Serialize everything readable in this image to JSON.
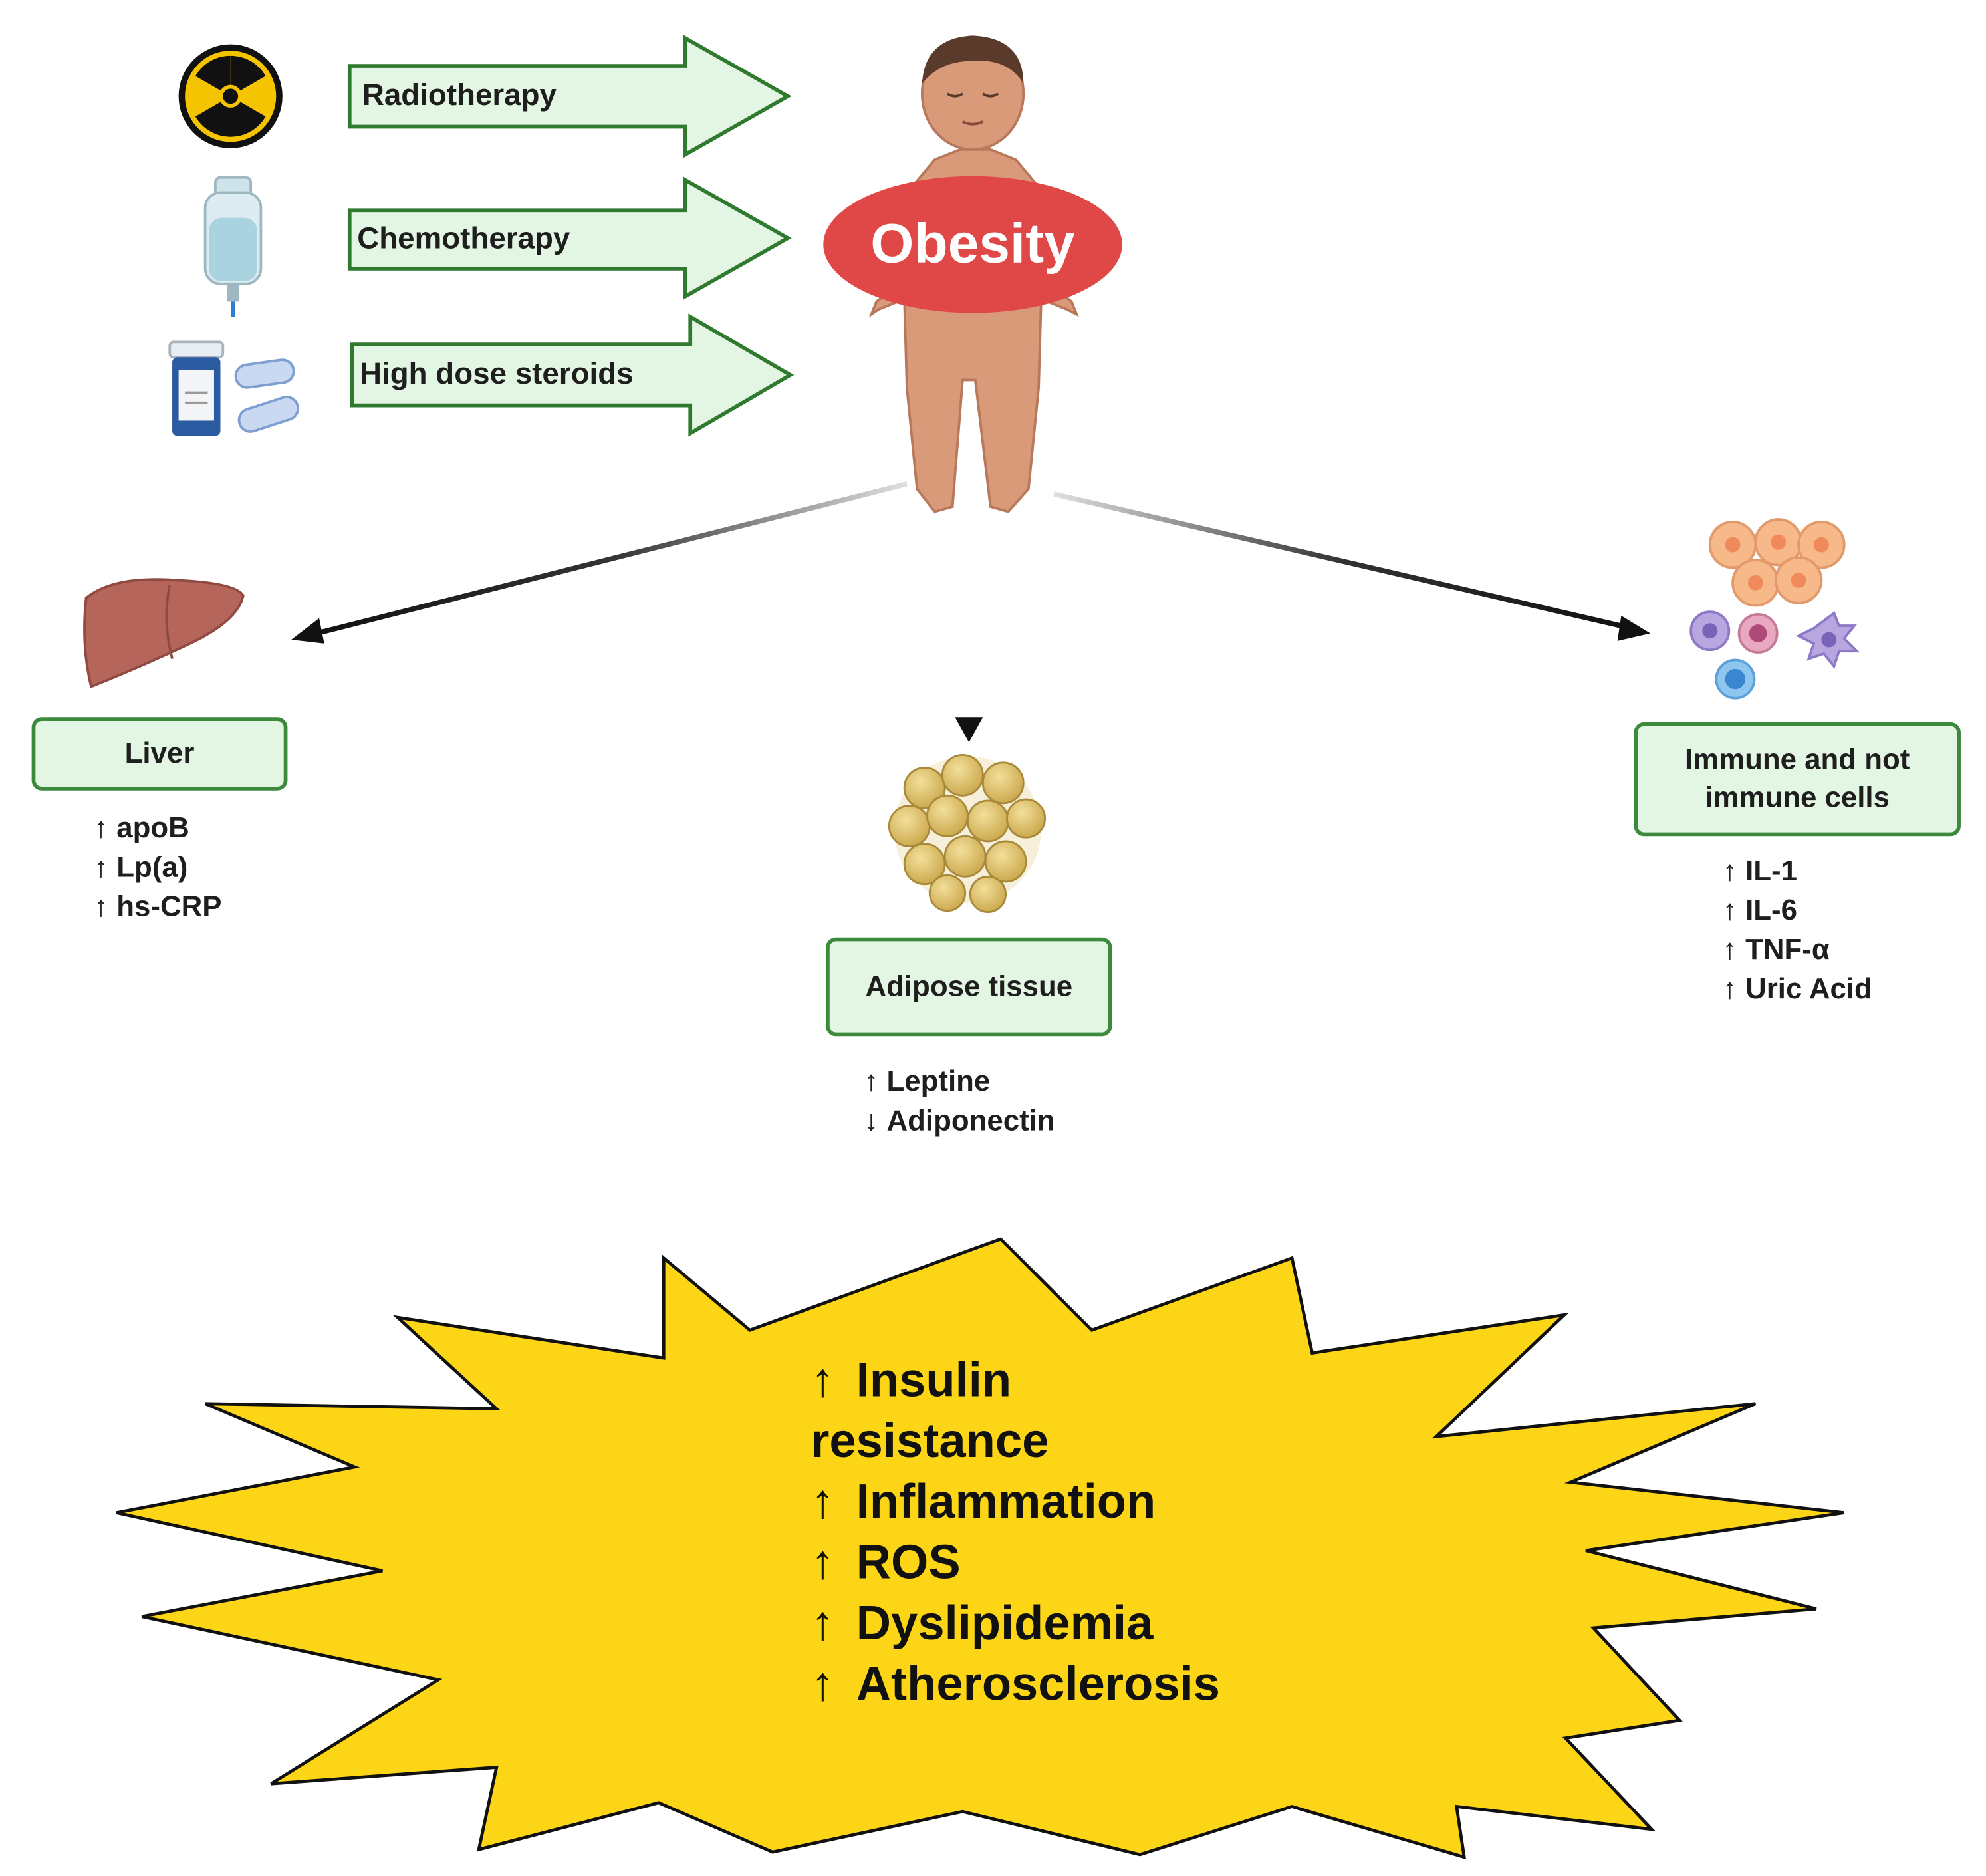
{
  "colors": {
    "arrow_fill": "#e3f5e3",
    "arrow_stroke": "#2f7a2f",
    "obesity_fill": "#e04848",
    "box_stroke": "#3d8a3d",
    "burst_fill": "#fcd616",
    "skin": "#d99a7a"
  },
  "causes": [
    {
      "label": "Radiotherapy",
      "icon": "radiation-icon"
    },
    {
      "label": "Chemotherapy",
      "icon": "iv-bag-icon"
    },
    {
      "label": "High dose steroids",
      "icon": "pill-bottle-icon"
    }
  ],
  "center": {
    "label": "Obesity",
    "figure": "child-figure"
  },
  "organs": {
    "liver": {
      "label": "Liver",
      "icon": "liver-icon",
      "markers": [
        {
          "dir": "↑",
          "text": "apoB"
        },
        {
          "dir": "↑",
          "text": "Lp(a)"
        },
        {
          "dir": "↑",
          "text": "hs-CRP"
        }
      ]
    },
    "adipose": {
      "label": "Adipose tissue",
      "icon": "adipose-cells-icon",
      "markers": [
        {
          "dir": "↑",
          "text": "Leptine"
        },
        {
          "dir": "↓",
          "text": "Adiponectin"
        }
      ]
    },
    "immune": {
      "label_line1": "Immune and not",
      "label_line2": "immune cells",
      "icon": "immune-cells-icon",
      "markers": [
        {
          "dir": "↑",
          "text": "IL-1"
        },
        {
          "dir": "↑",
          "text": "IL-6"
        },
        {
          "dir": "↑",
          "text": "TNF-α"
        },
        {
          "dir": "↑",
          "text": "Uric Acid"
        }
      ]
    }
  },
  "outcomes": [
    {
      "dir": "↑",
      "text": "Insulin"
    },
    {
      "dir": "",
      "text": "resistance"
    },
    {
      "dir": "↑",
      "text": "Inflammation"
    },
    {
      "dir": "↑",
      "text": "ROS"
    },
    {
      "dir": "↑",
      "text": "Dyslipidemia"
    },
    {
      "dir": "↑",
      "text": "Atherosclerosis"
    }
  ]
}
